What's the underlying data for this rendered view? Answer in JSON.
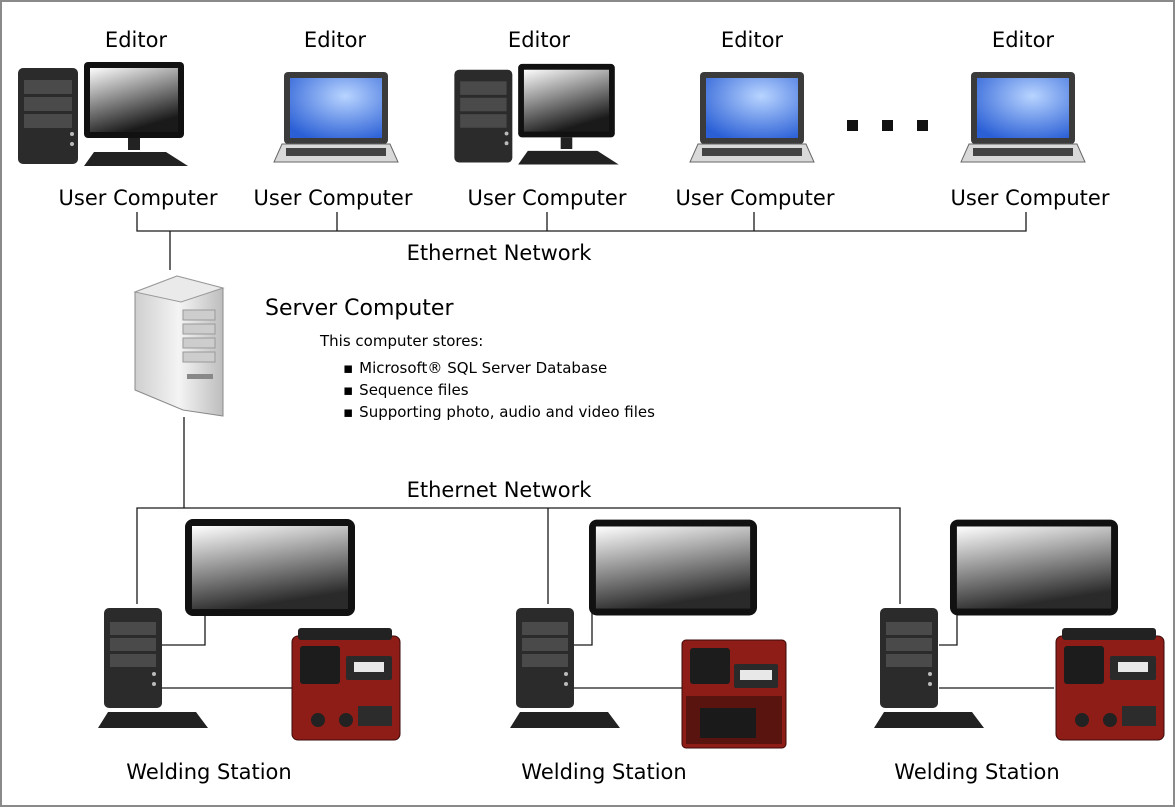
{
  "network": {
    "top_label": "Ethernet Network",
    "bottom_label": "Ethernet Network"
  },
  "editors": [
    {
      "role": "Editor",
      "label": "User Computer",
      "device": "desktop-tower"
    },
    {
      "role": "Editor",
      "label": "User Computer",
      "device": "laptop"
    },
    {
      "role": "Editor",
      "label": "User Computer",
      "device": "desktop-tower"
    },
    {
      "role": "Editor",
      "label": "User Computer",
      "device": "laptop"
    },
    {
      "role": "Editor",
      "label": "User Computer",
      "device": "laptop"
    }
  ],
  "server": {
    "title": "Server Computer",
    "intro": "This computer stores:",
    "items": [
      "Microsoft® SQL Server Database",
      "Sequence files",
      "Supporting photo, audio and video files"
    ]
  },
  "stations": [
    {
      "label": "Welding Station"
    },
    {
      "label": "Welding Station"
    },
    {
      "label": "Welding Station"
    }
  ],
  "icons": {
    "desktop": "desktop-computer-icon",
    "laptop": "laptop-icon",
    "server": "server-tower-icon",
    "monitor": "monitor-icon",
    "welder": "welding-machine-icon",
    "ellipsis": "ellipsis-icon"
  }
}
